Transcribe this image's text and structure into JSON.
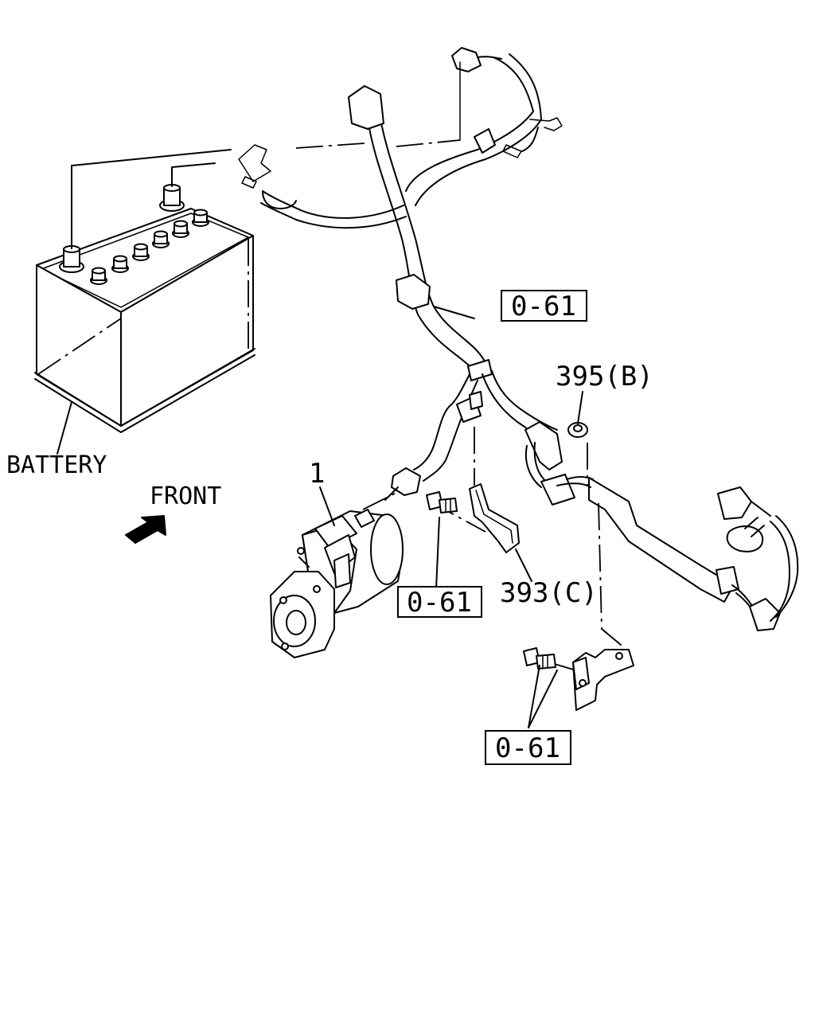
{
  "labels": {
    "battery": "BATTERY",
    "front": "FRONT",
    "part_1": "1",
    "part_395b": "395(B)",
    "part_393c": "393(C)"
  },
  "refs": {
    "ref_top": "0-61",
    "ref_middle": "0-61",
    "ref_bottom": "0-61"
  }
}
